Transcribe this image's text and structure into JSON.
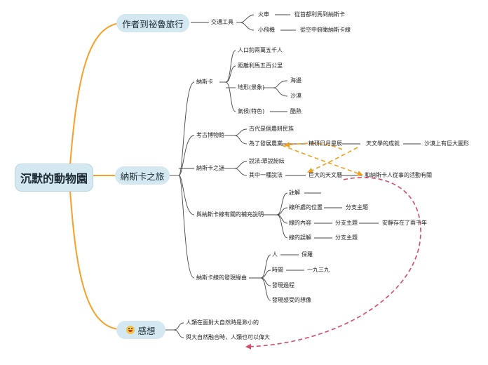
{
  "root": "沉默的動物園",
  "branches": {
    "travel": "作者到祕魯旅行",
    "nazca": "納斯卡之旅",
    "thoughts": "感想"
  },
  "travel": {
    "transport": "交通工具",
    "train": "火車",
    "train_detail": "從首都利馬到納斯卡",
    "plane": "小飛機",
    "plane_detail": "從空中俯瞰納斯卡線"
  },
  "nazca_town": {
    "label": "納斯卡",
    "population": "人口約兩萬五千人",
    "distance": "距離利馬五百公里",
    "terrain": "地形(景象)",
    "coast": "海邊",
    "desert": "沙漠",
    "climate": "氣候(特色)",
    "hot": "酷熱"
  },
  "museum": {
    "label": "考古博物館",
    "ancient": "古代是個農耕民族",
    "dev": "為了發展農業",
    "study": "精研日月星辰",
    "astro": "天文學的成就",
    "giant": "沙漠上有巨大圖形"
  },
  "mystery": {
    "label": "納斯卡之謎",
    "theories": "說法:眾說紛紜",
    "one": "其中一種說法",
    "calendar": "巨大的天文曆",
    "activity": "和納斯卡人從事的活動有關"
  },
  "supplement": {
    "label": "與納斯卡線有關的補充說明",
    "note": "註解",
    "location": "線所處的位置",
    "content": "線的內容",
    "error": "線的誤解",
    "sub1": "分支主題",
    "sub2": "分支主題",
    "sub3": "分支主題",
    "quiet": "安靜存在了兩千年"
  },
  "discovery": {
    "label": "納斯卡線的發現緣由",
    "person": "人",
    "paul": "保羅",
    "time": "時間",
    "year": "一九三九",
    "process": "發現過程",
    "feeling": "發現感受的想像"
  },
  "thoughts": {
    "small": "人類在面對大自然時是渺小的",
    "great": "與大自然融合時，人類也可以偉大"
  },
  "colors": {
    "main_branch": "#f5a02a",
    "node_fill": "#d3e8f0",
    "arrow_orange": "#f0a020",
    "arrow_red": "#d64a6a"
  }
}
